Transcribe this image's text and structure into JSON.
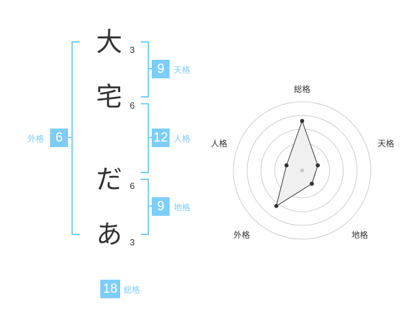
{
  "characters": [
    {
      "char": "大",
      "strokes": "3"
    },
    {
      "char": "宅",
      "strokes": "6"
    },
    {
      "char": "だ",
      "strokes": "6"
    },
    {
      "char": "あ",
      "strokes": "3"
    }
  ],
  "kaku": {
    "tenkaku": {
      "label": "天格",
      "value": "9"
    },
    "jinkaku": {
      "label": "人格",
      "value": "12"
    },
    "chikaku": {
      "label": "地格",
      "value": "9"
    },
    "gaikaku": {
      "label": "外格",
      "value": "6"
    },
    "soukaku": {
      "label": "総格",
      "value": "18"
    }
  },
  "radar": {
    "axes": [
      "総格",
      "天格",
      "地格",
      "外格",
      "人格"
    ],
    "levels": 5,
    "values": [
      3.6,
      1.2,
      1.2,
      3.2,
      1.2
    ],
    "colors": {
      "line": "#333333",
      "fill": "#f0f0f0",
      "grid": "#cccccc",
      "point": "#333333",
      "center": "#cccccc"
    }
  },
  "colors": {
    "accent": "#7dcdf7",
    "text": "#333333"
  }
}
